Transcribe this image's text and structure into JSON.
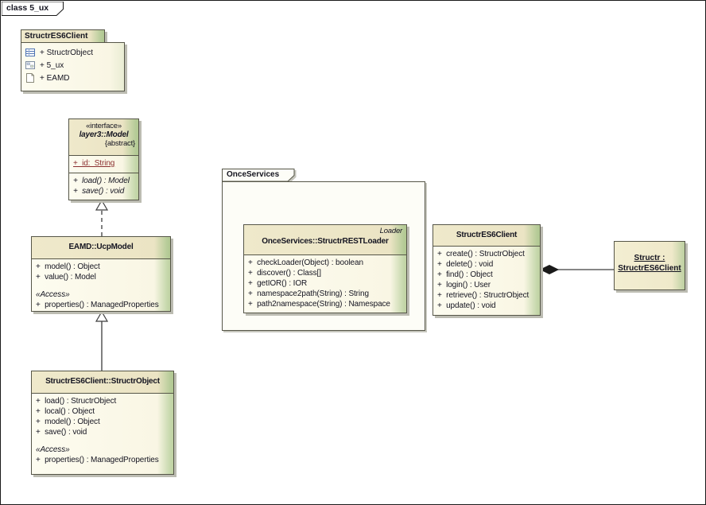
{
  "frame_label": "class 5_ux",
  "colors": {
    "box_fill": "#f9f6e4",
    "header_fill": "#ebe4c4",
    "accent_green": "#b7cc99",
    "shadow": "#bcbcb2",
    "line": "#3d3d3d",
    "static_attr_red": "#8b3030"
  },
  "artifact_package": {
    "title": "StructrES6Client",
    "items": [
      {
        "icon": "table-icon",
        "label": "+ StructrObject"
      },
      {
        "icon": "diagram-icon",
        "label": "+ 5_ux"
      },
      {
        "icon": "artifact-icon",
        "label": "+ EAMD"
      }
    ]
  },
  "model_interface": {
    "stereotype": "«interface»",
    "name": "layer3::Model",
    "modifier": "{abstract}",
    "attributes": [
      "+  id:  String"
    ],
    "operations": [
      "+  load() : Model",
      "+  save() : void"
    ]
  },
  "ucp_model": {
    "name": "EAMD::UcpModel",
    "operations": [
      "+  model() : Object",
      "+  value() : Model"
    ],
    "access_label": "«Access»",
    "access_operations": [
      "+  properties() : ManagedProperties"
    ]
  },
  "structr_object": {
    "name": "StructrES6Client::StructrObject",
    "operations": [
      "+  load() : StructrObject",
      "+  local() : Object",
      "+  model() : Object",
      "+  save() : void"
    ],
    "access_label": "«Access»",
    "access_operations": [
      "+  properties() : ManagedProperties"
    ]
  },
  "once_services": {
    "title": "OnceServices",
    "rest_loader": {
      "role": "Loader",
      "name": "OnceServices::StructrRESTLoader",
      "operations": [
        "+  checkLoader(Object) : boolean",
        "+  discover() : Class[]",
        "+  getIOR() : IOR",
        "+  namespace2path(String) : String",
        "+  path2namespace(String) : Namespace"
      ]
    }
  },
  "es6_client": {
    "name": "StructrES6Client",
    "operations": [
      "+  create() : StructrObject",
      "+  delete() : void",
      "+  find() : Object",
      "+  login() : User",
      "+  retrieve() : StructrObject",
      "+  update() : void"
    ]
  },
  "structr_instance": {
    "line1": "Structr :",
    "line2": "StructrES6Client"
  }
}
